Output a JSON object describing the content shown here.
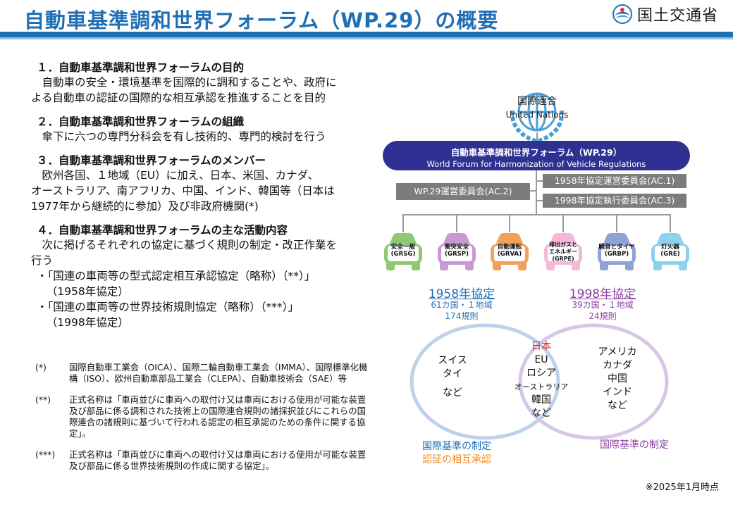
{
  "header": {
    "title": "自動車基準調和世界フォーラム（WP.29）の概要",
    "org": "国土交通省",
    "accent": "#1f6fb5"
  },
  "sections": [
    {
      "heading": "１．自動車基準調和世界フォーラムの目的",
      "lines": [
        "　自動車の安全・環境基準を国際的に調和することや、政府に",
        "よる自動車の認証の国際的な相互承認を推進することを目的"
      ]
    },
    {
      "heading": "２．自動車基準調和世界フォーラムの組織",
      "lines": [
        "　傘下に六つの専門分科会を有し技術的、専門的検討を行う"
      ]
    },
    {
      "heading": "３．自動車基準調和世界フォーラムのメンバー",
      "lines": [
        "　欧州各国、１地域（EU）に加え、日本、米国、カナダ、",
        "オーストラリア、南アフリカ、中国、インド、韓国等（日本は",
        "1977年から継続的に参加）及び非政府機関(*)"
      ]
    },
    {
      "heading": "４．自動車基準調和世界フォーラムの主な活動内容",
      "lines": [
        "　次に掲げるそれぞれの協定に基づく規則の制定・改正作業を",
        "行う",
        "・「国連の車両等の型式認定相互承認協定（略称）（**）」",
        "　（1958年協定）",
        "・「国連の車両等の世界技術規則協定（略称）（***）」",
        "　（1998年協定）"
      ]
    }
  ],
  "notes": [
    {
      "mark": "(*)",
      "text": "国際自動車工業会（OICA）、国際二輪自動車工業会（IMMA）、国際標準化機構（ISO）、欧州自動車部品工業会（CLEPA）、自動車技術会（SAE）等"
    },
    {
      "mark": "(**)",
      "text": "正式名称は「車両並びに車両への取付け又は車両における使用が可能な装置及び部品に係る調和された技術上の国際連合規則の諸採択並びにこれらの国際連合の諸規則に基づいて行われる認定の相互承認のための条件に関する協定」。"
    },
    {
      "mark": "(***)",
      "text": "正式名称は「車両並びに車両への取付け又は車両における使用が可能な装置及び部品に係る世界技術規則の作成に関する協定」。"
    }
  ],
  "un": {
    "name_ja": "国際連合",
    "name_en": "United Nations",
    "color": "#4a9fd8"
  },
  "forum": {
    "name_ja": "自動車基準調和世界フォーラム（WP.29）",
    "name_en": "World Forum for Harmonization of Vehicle Regulations",
    "color": "#2e3192"
  },
  "committees": {
    "ac2": "WP.29運営委員会(AC.2)",
    "ac1": "1958年協定運営委員会(AC.1)",
    "ac3": "1998年協定執行委員会(AC.3)"
  },
  "working_parties": [
    {
      "l1": "安全一般",
      "l2": "(GRSG)",
      "color": "#8fc773"
    },
    {
      "l1": "衝突安全",
      "l2": "(GRSP)",
      "color": "#c79ad2"
    },
    {
      "l1": "自動運転",
      "l2": "(GRVA)",
      "color": "#f2a15a"
    },
    {
      "l1": "排出ガスと エネルギー",
      "l2": "(GRPE)",
      "color": "#f5b8d6"
    },
    {
      "l1": "騒音とタイヤ",
      "l2": "(GRBP)",
      "color": "#8fa3d8"
    },
    {
      "l1": "灯火器",
      "l2": "(GRE)",
      "color": "#8fd0ef"
    }
  ],
  "agreements": {
    "a1958": {
      "title": "1958年協定",
      "members": "61カ国・１地域",
      "rules": "174規則",
      "color": "#1f6fb5"
    },
    "a1998": {
      "title": "1998年協定",
      "members": "39カ国・１地域",
      "rules": "24規則",
      "color": "#8b3fa0"
    }
  },
  "venn": {
    "left": [
      "スイス",
      "タイ",
      "",
      "など"
    ],
    "center_highlight": "日本",
    "center": [
      "EU",
      "ロシア",
      "オーストラリア",
      "韓国",
      "など"
    ],
    "right": [
      "アメリカ",
      "カナダ",
      "中国",
      "インド",
      "など"
    ]
  },
  "roles": {
    "left_1": "国際基準の制定",
    "left_2": "認証の相互承認",
    "right": "国際基準の制定"
  },
  "footnote": "※2025年1月時点"
}
